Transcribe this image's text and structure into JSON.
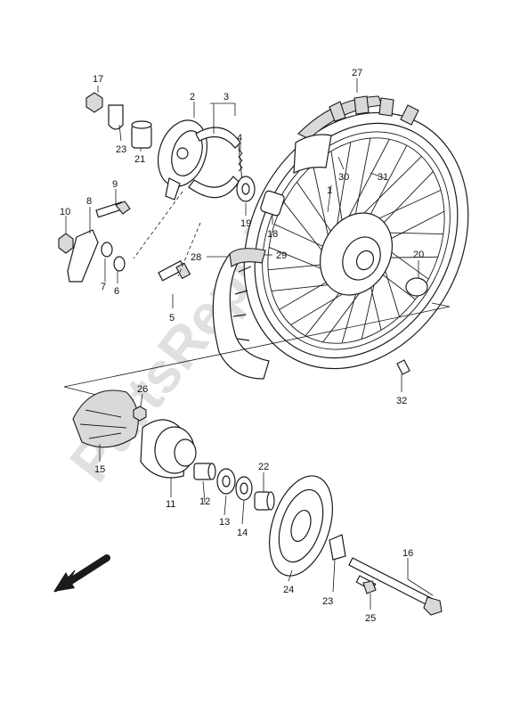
{
  "diagram": {
    "watermark": "PartsRepublik",
    "callouts": [
      {
        "id": "c1",
        "label": "1"
      },
      {
        "id": "c2",
        "label": "2"
      },
      {
        "id": "c3",
        "label": "3"
      },
      {
        "id": "c4",
        "label": "4"
      },
      {
        "id": "c5",
        "label": "5"
      },
      {
        "id": "c6",
        "label": "6"
      },
      {
        "id": "c7",
        "label": "7"
      },
      {
        "id": "c8",
        "label": "8"
      },
      {
        "id": "c9",
        "label": "9"
      },
      {
        "id": "c10",
        "label": "10"
      },
      {
        "id": "c11",
        "label": "11"
      },
      {
        "id": "c12",
        "label": "12"
      },
      {
        "id": "c13",
        "label": "13"
      },
      {
        "id": "c14",
        "label": "14"
      },
      {
        "id": "c15",
        "label": "15"
      },
      {
        "id": "c16",
        "label": "16"
      },
      {
        "id": "c17",
        "label": "17"
      },
      {
        "id": "c18",
        "label": "18"
      },
      {
        "id": "c19",
        "label": "19"
      },
      {
        "id": "c20",
        "label": "20"
      },
      {
        "id": "c21",
        "label": "21"
      },
      {
        "id": "c22",
        "label": "22"
      },
      {
        "id": "c23a",
        "label": "23"
      },
      {
        "id": "c23b",
        "label": "23"
      },
      {
        "id": "c24",
        "label": "24"
      },
      {
        "id": "c25",
        "label": "25"
      },
      {
        "id": "c26",
        "label": "26"
      },
      {
        "id": "c27",
        "label": "27"
      },
      {
        "id": "c28",
        "label": "28"
      },
      {
        "id": "c29",
        "label": "29"
      },
      {
        "id": "c30",
        "label": "30"
      },
      {
        "id": "c31",
        "label": "31"
      },
      {
        "id": "c32",
        "label": "32"
      }
    ],
    "icons": {
      "front_arrow": "arrow-down-left-icon"
    }
  }
}
